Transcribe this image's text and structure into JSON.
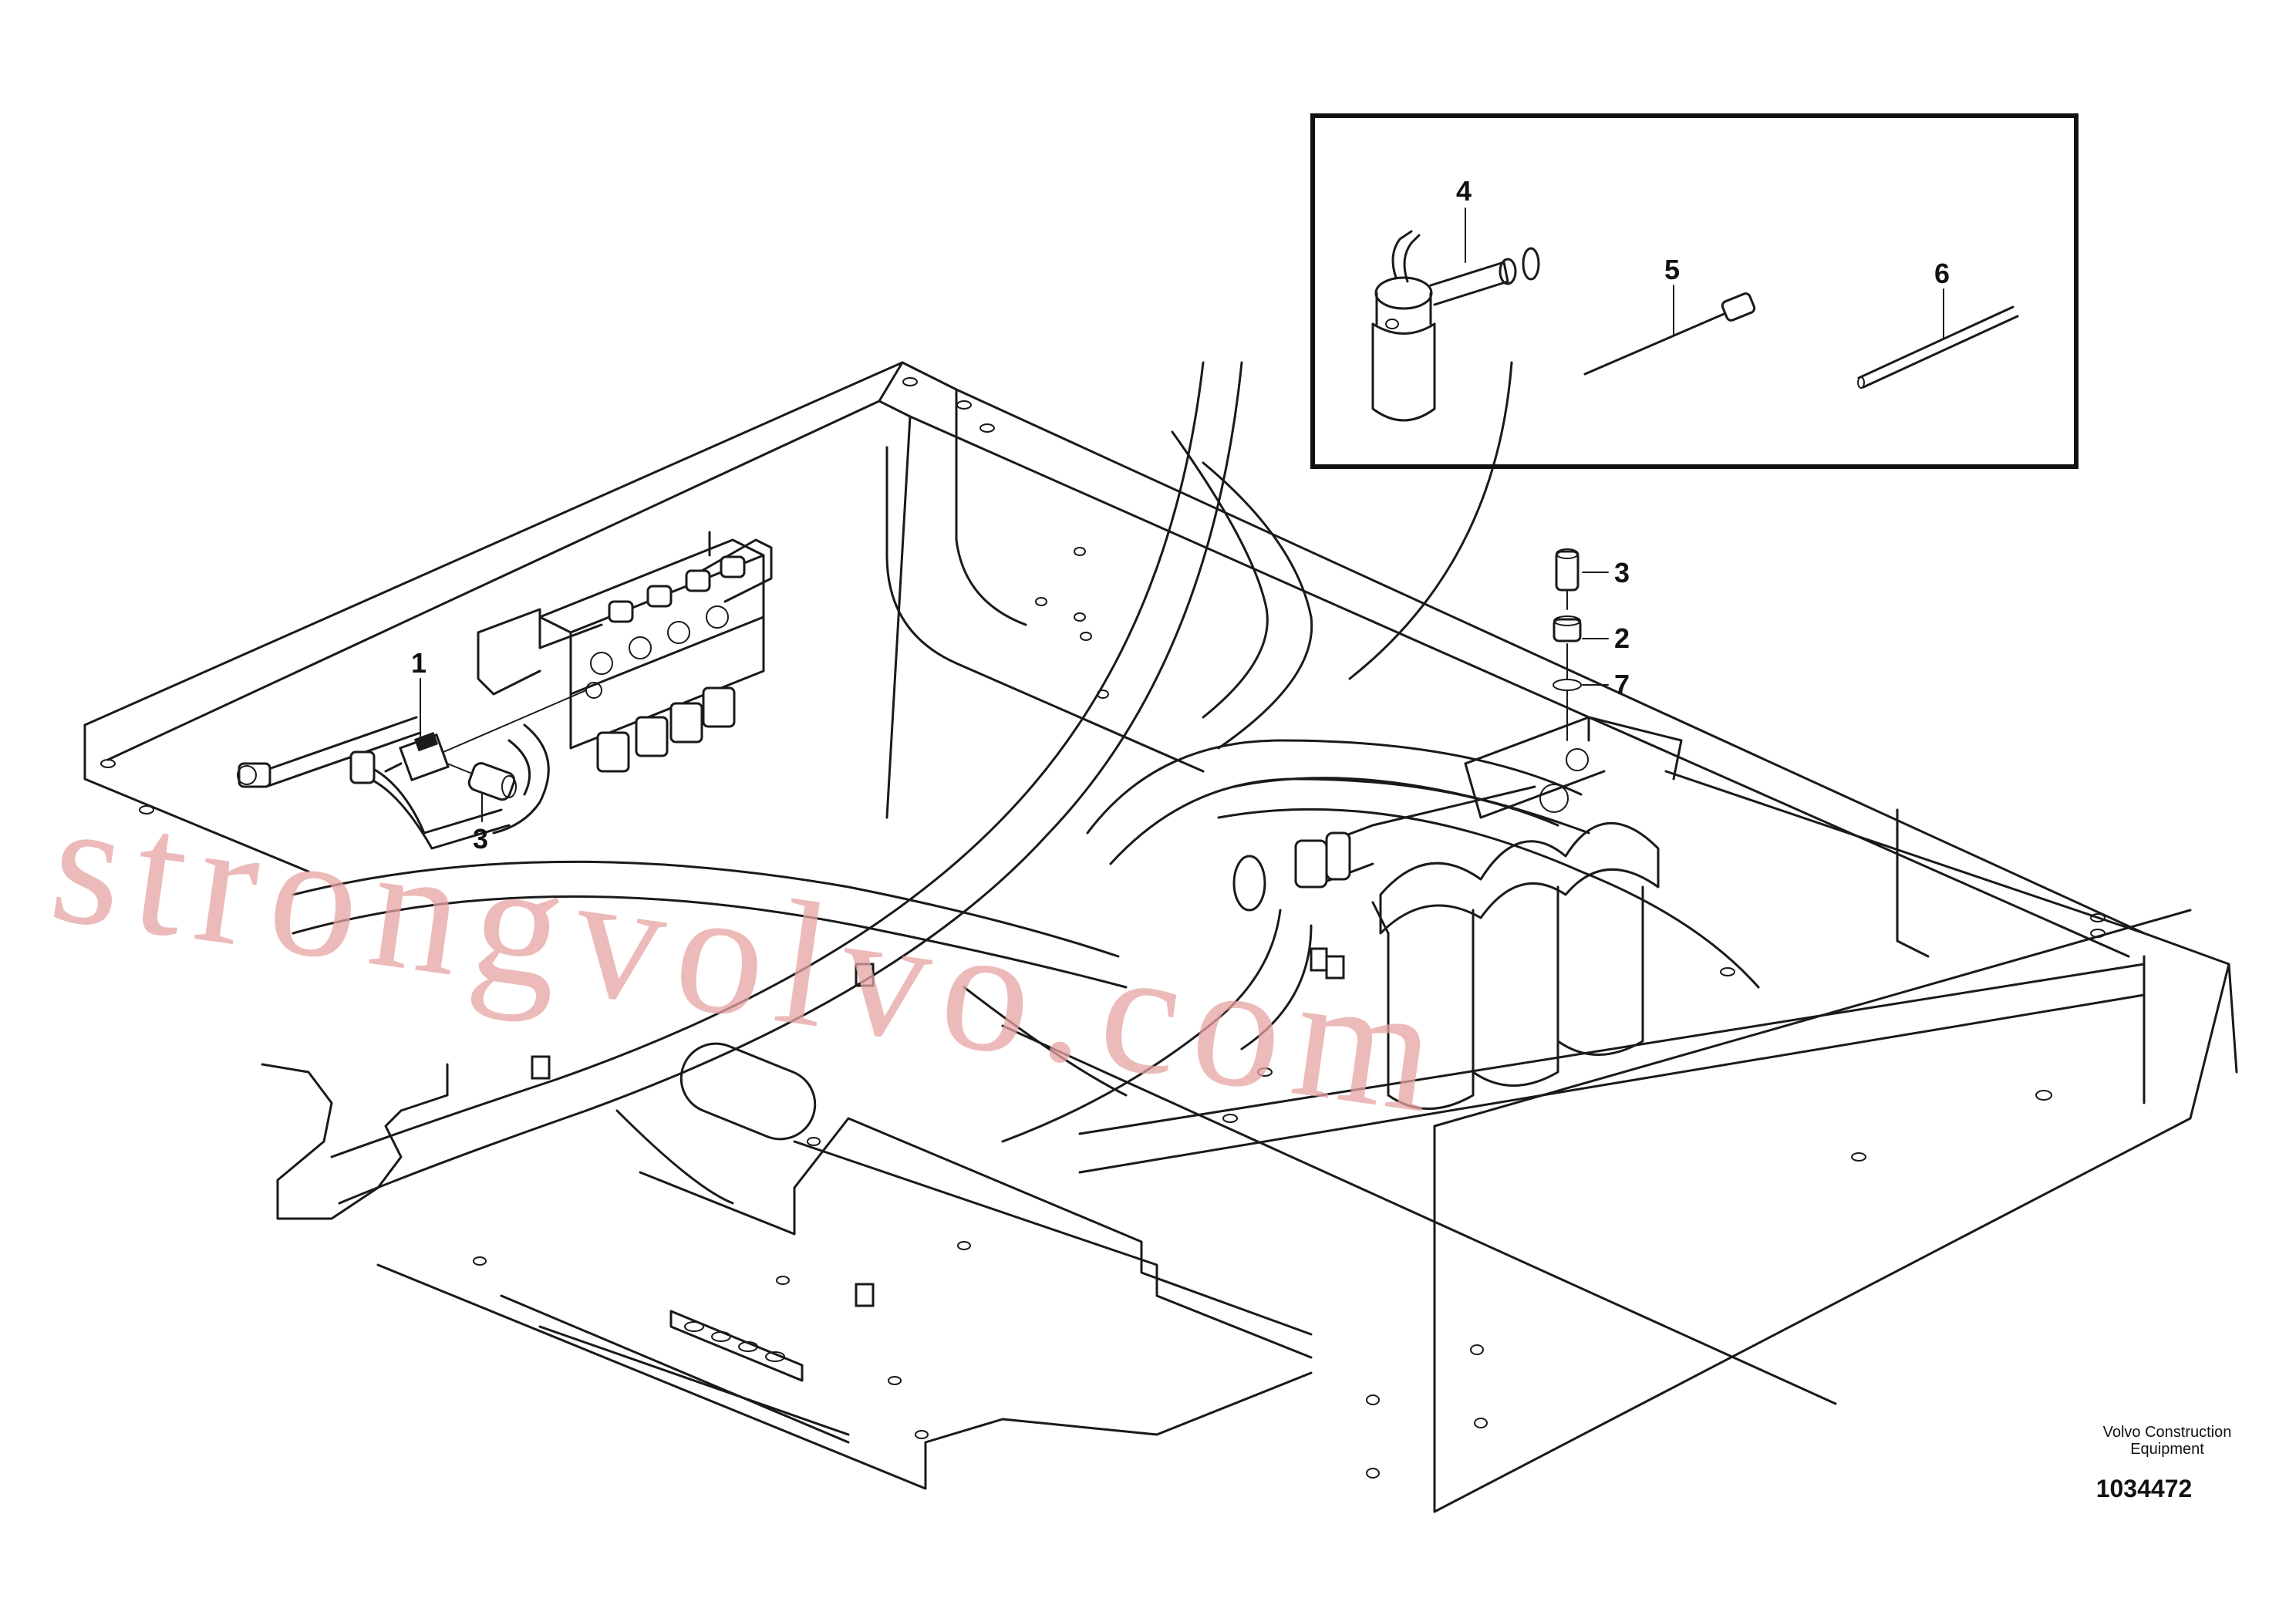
{
  "callouts": {
    "c1": "1",
    "c2": "2",
    "c3_left": "3",
    "c3_right": "3",
    "c4": "4",
    "c5": "5",
    "c6": "6",
    "c7": "7"
  },
  "watermark": "strongvolvo.com",
  "brand": {
    "line1": "Volvo Construction",
    "line2": "Equipment"
  },
  "drawing_number": "1034472",
  "colors": {
    "line": "#1a1a1a",
    "watermark": "#e8a3a3"
  }
}
